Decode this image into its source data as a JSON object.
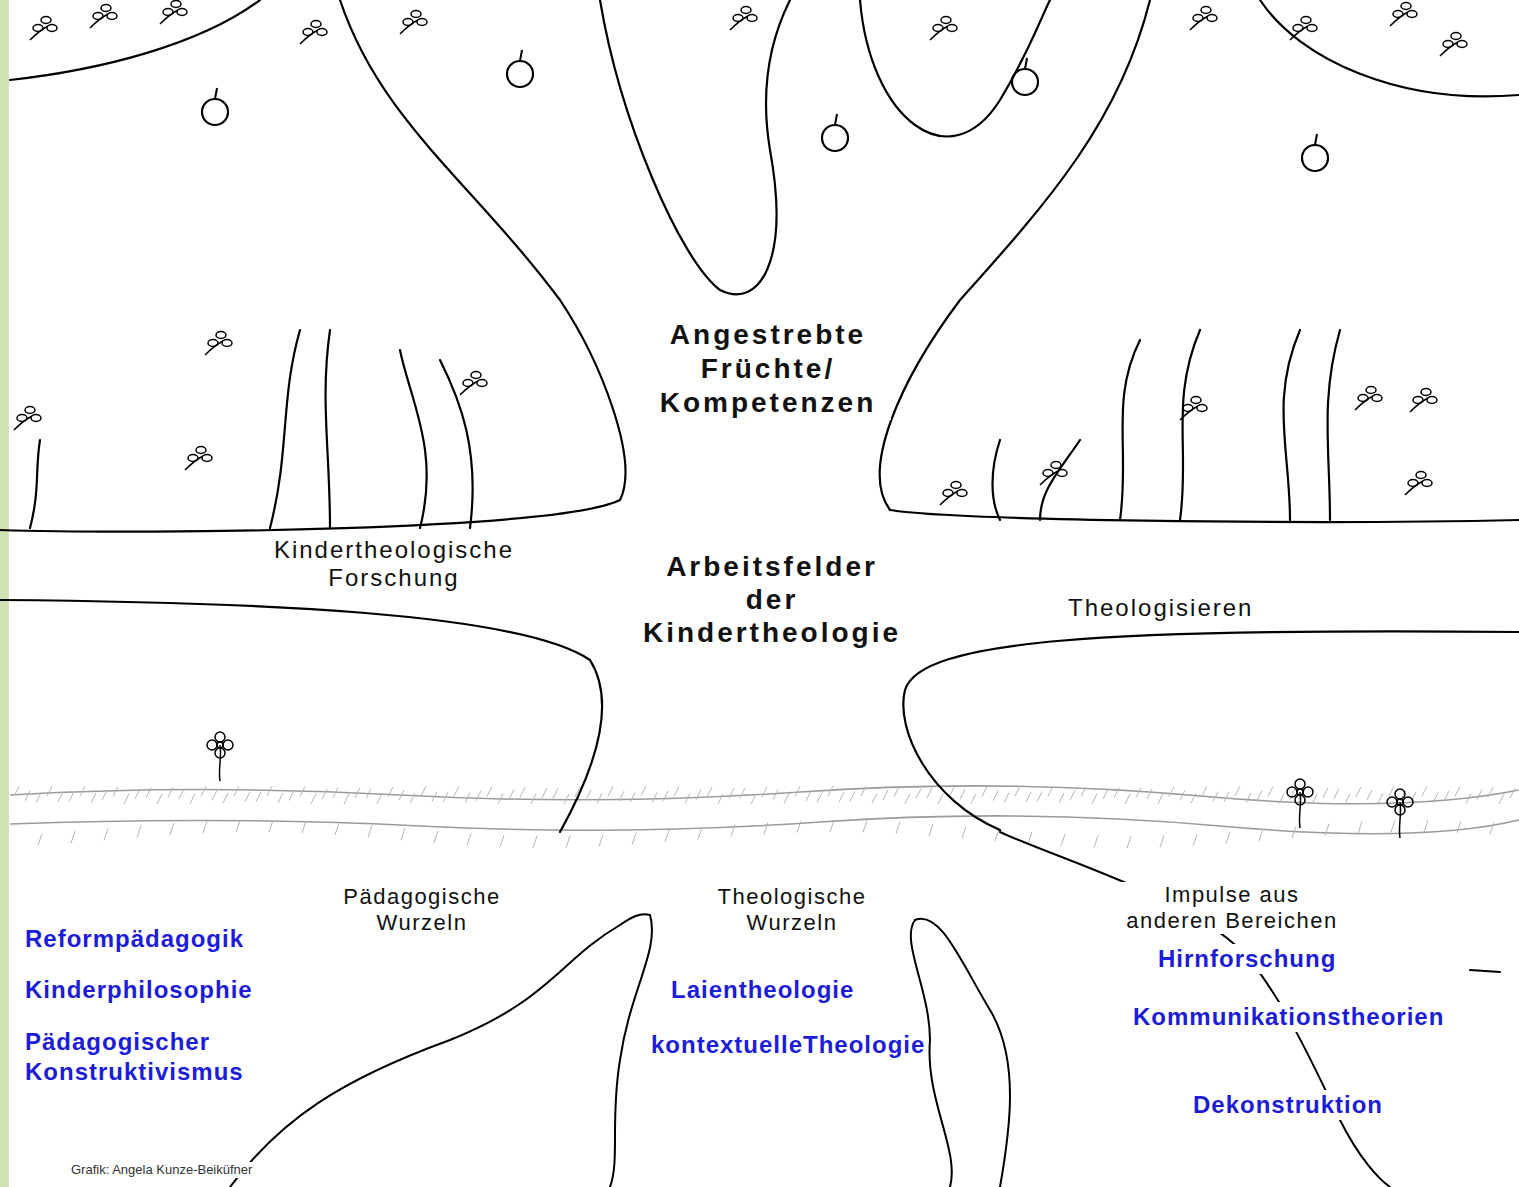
{
  "diagram": {
    "labels": [
      "Angestrebte Früchte/ Kompetenzen",
      "Kindertheologische Forschung",
      "Arbeitsfelder der Kindertheologie",
      "Theologisieren",
      "Pädagogische Wurzeln",
      "Theologische Wurzeln",
      "Impulse aus anderen Bereichen",
      "Reformpädagogik",
      "Kinderphilosophie",
      "Pädagogischer Konstruktivismus",
      "Laientheologie",
      "kontextuelleTheologie",
      "Hirnforschung",
      "Kommunikationstheorien",
      "Dekonstruktion",
      "Grafik: Angela Kunze-Beiküfner"
    ]
  }
}
